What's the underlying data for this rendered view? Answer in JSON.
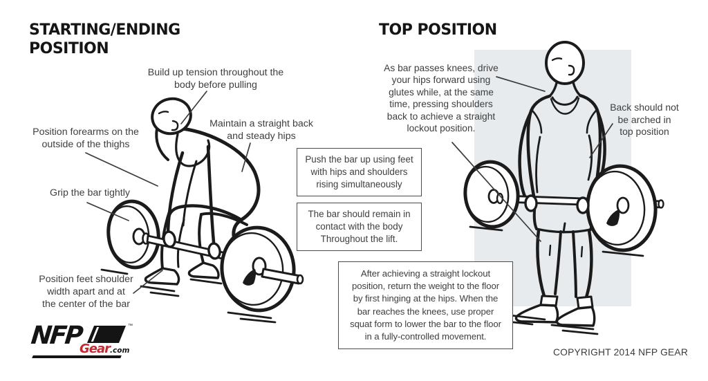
{
  "left_panel": {
    "title_lines": [
      "STARTING/ENDING",
      "POSITION"
    ],
    "annotations": {
      "tension": {
        "lines": [
          "Build up tension throughout the",
          "body before pulling"
        ]
      },
      "forearms": {
        "lines": [
          "Position forearms on the",
          "outside of the thighs"
        ]
      },
      "back": {
        "lines": [
          "Maintain a straight back",
          "and steady hips"
        ]
      },
      "grip": {
        "lines": [
          "Grip the bar tightly"
        ]
      },
      "feet": {
        "lines": [
          "Position feet shoulder",
          "width apart and at",
          "the center of the bar"
        ]
      }
    }
  },
  "right_panel": {
    "title_lines": [
      "TOP POSITION"
    ],
    "annotations": {
      "lockout": {
        "lines": [
          "As bar passes knees, drive",
          "your hips forward using",
          "glutes while, at the same",
          "time, pressing shoulders",
          "back to achieve a straight",
          "lockout position."
        ]
      },
      "arch": {
        "lines": [
          "Back should not",
          "be arched in",
          "top position"
        ]
      }
    }
  },
  "tips": [
    {
      "lines": [
        "Push the bar up using feet",
        "with hips and shoulders",
        "rising simultaneously"
      ]
    },
    {
      "lines": [
        "The bar should remain in",
        "contact with the body",
        "Throughout the lift."
      ]
    },
    {
      "lines": [
        "After achieving a straight lockout",
        "position, return the weight to the floor",
        "by first hinging at the hips. When the",
        "bar reaches the knees, use proper",
        "squat form to lower the bar to the floor",
        "in a fully-controlled movement."
      ]
    }
  ],
  "footer": {
    "logo_text": "NFP",
    "logo_sub": "Gear",
    "logo_tld": ".com",
    "logo_tm": "™",
    "copyright": "COPYRIGHT 2014 NFP GEAR"
  },
  "colors": {
    "ink": "#1b1b1b",
    "annotation_text": "#3e3e3e",
    "panel_gray": "#e8ebee",
    "accent_red": "#c32a31"
  }
}
